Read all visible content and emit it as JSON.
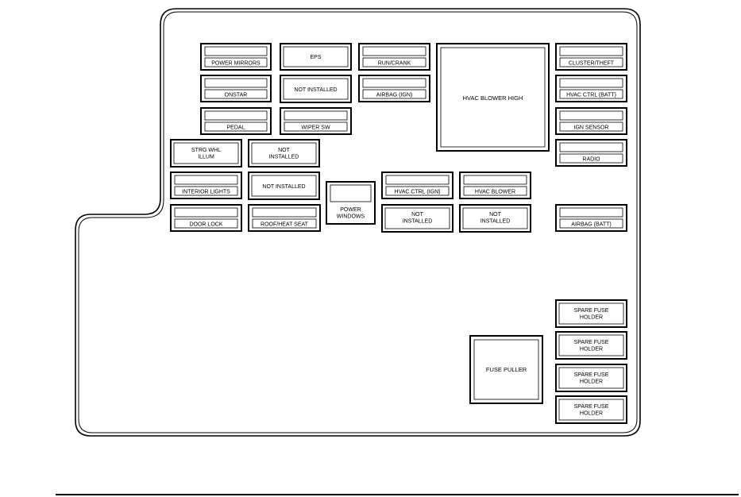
{
  "fuse_block": {
    "fuses_with_label_tab": [
      {
        "id": "power-mirrors",
        "label": "POWER MIRRORS"
      },
      {
        "id": "run-crank",
        "label": "RUN/CRANK"
      },
      {
        "id": "cluster-theft",
        "label": "CLUSTER/THEFT"
      },
      {
        "id": "onstar",
        "label": "ONSTAR"
      },
      {
        "id": "airbag-ign",
        "label": "AIRBAG (IGN)"
      },
      {
        "id": "hvac-ctrl-batt",
        "label": "HVAC CTRL (BATT)"
      },
      {
        "id": "pedal",
        "label": "PEDAL"
      },
      {
        "id": "wiper-sw",
        "label": "WIPER SW"
      },
      {
        "id": "ign-sensor",
        "label": "IGN SENSOR"
      },
      {
        "id": "radio",
        "label": "RADIO"
      },
      {
        "id": "interior-lights",
        "label": "INTERIOR LIGHTS"
      },
      {
        "id": "hvac-ctrl-ign",
        "label": "HVAC CTRL (IGN)"
      },
      {
        "id": "hvac-blower",
        "label": "HVAC BLOWER"
      },
      {
        "id": "door-lock",
        "label": "DOOR LOCK"
      },
      {
        "id": "roof-heat-seat",
        "label": "ROOF/HEAT SEAT"
      },
      {
        "id": "airbag-batt",
        "label": "AIRBAG (BATT)"
      }
    ],
    "fuses_with_top_slot": [
      {
        "id": "power-windows",
        "lines": [
          "POWER",
          "WINDOWS"
        ]
      }
    ],
    "plain_boxes": [
      {
        "id": "eps",
        "lines": [
          "EPS"
        ]
      },
      {
        "id": "not-installed-1",
        "lines": [
          "NOT INSTALLED"
        ]
      },
      {
        "id": "strg-whl-illum",
        "lines": [
          "STRG WHL",
          "ILLUM"
        ]
      },
      {
        "id": "not-installed-2",
        "lines": [
          "NOT",
          "INSTALLED"
        ]
      },
      {
        "id": "not-installed-3",
        "lines": [
          "NOT INSTALLED"
        ]
      },
      {
        "id": "not-installed-4",
        "lines": [
          "NOT",
          "INSTALLED"
        ]
      },
      {
        "id": "not-installed-5",
        "lines": [
          "NOT",
          "INSTALLED"
        ]
      },
      {
        "id": "spare-fuse-holder-1",
        "lines": [
          "SPARE FUSE",
          "HOLDER"
        ]
      },
      {
        "id": "spare-fuse-holder-2",
        "lines": [
          "SPARE FUSE",
          "HOLDER"
        ]
      },
      {
        "id": "spare-fuse-holder-3",
        "lines": [
          "SPARE FUSE",
          "HOLDER"
        ]
      },
      {
        "id": "spare-fuse-holder-4",
        "lines": [
          "SPARE FUSE",
          "HOLDER"
        ]
      }
    ],
    "large_components": [
      {
        "id": "hvac-blower-high",
        "label": "HVAC BLOWER HIGH"
      },
      {
        "id": "fuse-puller",
        "label": "FUSE PULLER"
      }
    ]
  }
}
